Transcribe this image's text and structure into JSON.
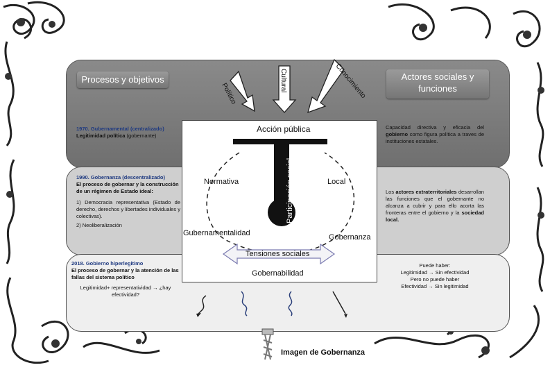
{
  "header": {
    "left_title": "Procesos y objetivos",
    "right_title": "Actores sociales y funciones"
  },
  "arrows": [
    "Político",
    "Cultural",
    "Conocimiento"
  ],
  "band1": {
    "left_heading": "1970. Gubernamental (centralizado)",
    "left_bold": "Legitimidad política",
    "left_rest": " (gobernante)",
    "right_pre": "Capacidad directiva y eficacia del ",
    "right_bold": "gobierno",
    "right_post": " como figura política a traves de instituciones estatales."
  },
  "band2": {
    "left_heading": "1990. Gobernanza (descentralizado)",
    "left_bold": "El proceso de gobernar y la construcción de un régimen de Estado ideal:",
    "left_item1": "1) Democracia representativa (Estado de derecho, derechos y libertades individuales y colectivas).",
    "left_item2": "2) Neoliberalización",
    "right_pre": "Los ",
    "right_bold1": "actores extraterritoriales",
    "right_mid": " desarrollan las funciones que el gobernante no alcanza a cubrir y para ello acorta las fronteras entre el gobierno y la ",
    "right_bold2": "sociedad local."
  },
  "band3": {
    "left_heading": "2018. Gobierno hiperlegitimo",
    "left_bold": "El proceso de gobernar y la atención de las fallas del sistema político",
    "left_line": "Legitimidad+ representatividad → ¿hay efectividad?",
    "right_lines": [
      "Puede haber:",
      "Legitimidad → Sin efectividad",
      "Pero no puede haber",
      "Efectividad → Sin legitimidad"
    ]
  },
  "center": {
    "top": "Acción pública",
    "stem": "Participación social",
    "left": "Normativa",
    "right": "Local",
    "bottom_left": "Gubernamentalidad",
    "bottom_right": "Gobernanza",
    "tension": "Tensiones sociales",
    "bottom": "Gobernabilidad"
  },
  "caption": "Imagen de Gobernanza"
}
